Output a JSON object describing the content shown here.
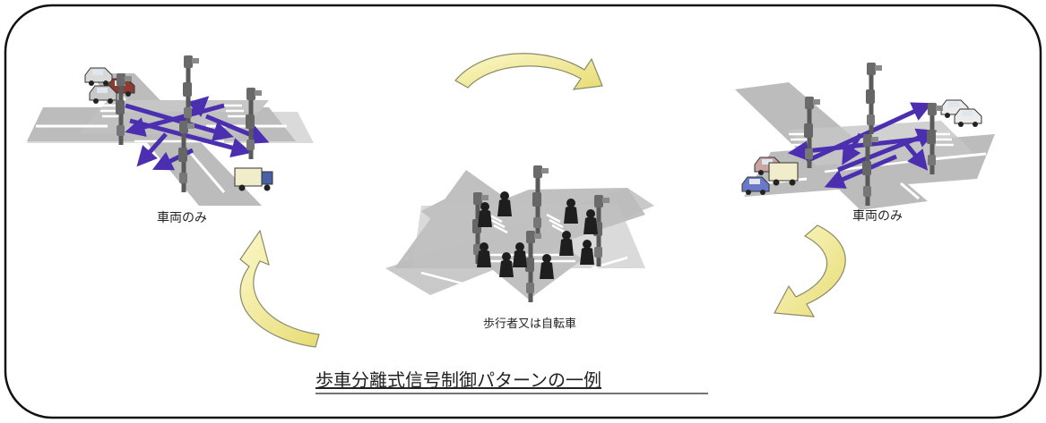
{
  "labels": {
    "left": "車両のみ",
    "right": "車両のみ",
    "center": "歩行者又は自転車"
  },
  "caption": "歩車分離式信号制御パターンの一例",
  "colors": {
    "road": "#bcbcbc",
    "crosswalk": "#ffffff",
    "arrow": "#4b2fb0",
    "pole": "#555555",
    "pedestrian": "#222222",
    "cycle_arrow_fill": "#f2ec9a",
    "frame": "#111111"
  },
  "icons": [
    "vehicle-flow-arrow",
    "pedestrian-figure",
    "traffic-signal-pole",
    "cycle-arrow",
    "car",
    "truck"
  ]
}
